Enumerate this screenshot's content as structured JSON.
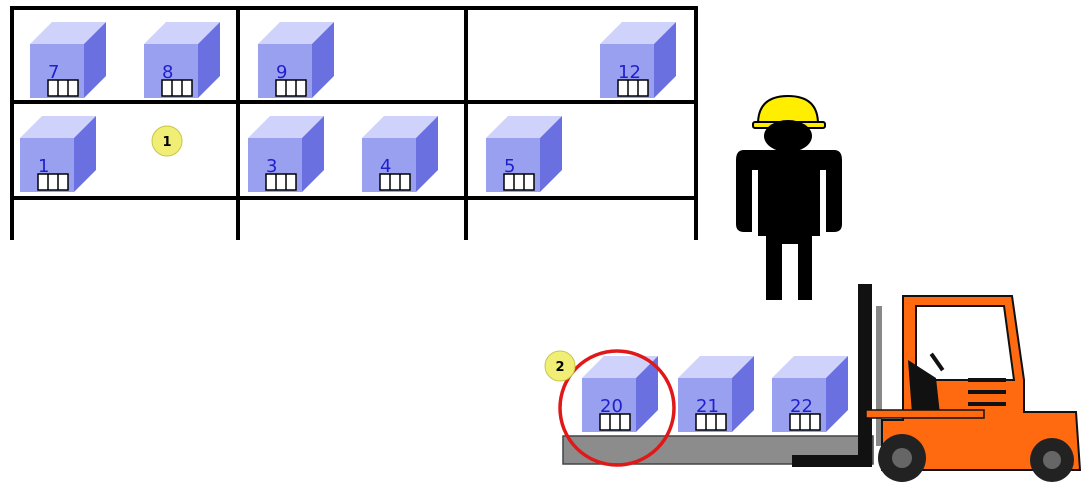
{
  "shelf_boxes": [
    {
      "label": "7"
    },
    {
      "label": "8"
    },
    {
      "label": "9"
    },
    {
      "label": "12"
    },
    {
      "label": "1"
    },
    {
      "label": "3"
    },
    {
      "label": "4"
    },
    {
      "label": "5"
    }
  ],
  "pallet_boxes": [
    {
      "label": "20",
      "highlighted": true
    },
    {
      "label": "21",
      "highlighted": false
    },
    {
      "label": "22",
      "highlighted": false
    }
  ],
  "markers": [
    {
      "label": "1"
    },
    {
      "label": "2"
    }
  ],
  "colors": {
    "box_front": "#9aa0f0",
    "box_top": "#cfd2fb",
    "box_side": "#6b70e0",
    "box_label": "#1f1fcc",
    "shelf": "#000000",
    "marker": "#f0ee74",
    "highlight_ring": "#e01818",
    "forklift": "#ff6a10",
    "pallet": "#8c8c8c",
    "helmet": "#ffee00"
  },
  "icons": [
    "shelving-rack",
    "worker-with-hard-hat",
    "forklift",
    "pallet"
  ]
}
